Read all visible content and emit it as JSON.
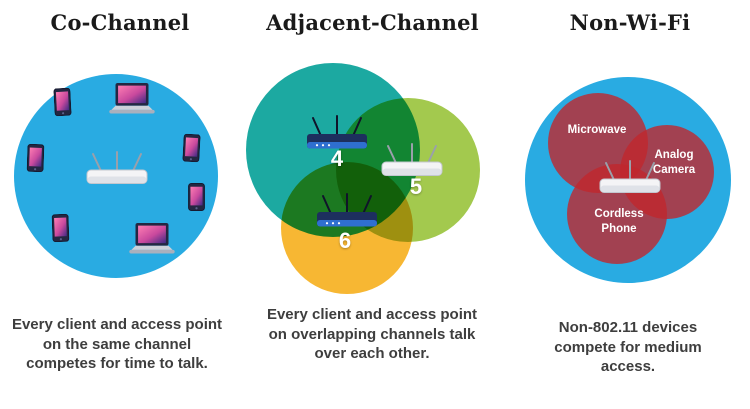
{
  "panels": [
    {
      "id": "co-channel",
      "title": "Co-Channel",
      "caption": "Every client and access point on the same channel competes for time to talk."
    },
    {
      "id": "adjacent-channel",
      "title": "Adjacent-Channel",
      "caption": "Every client and access point on overlapping channels talk over each other.",
      "channels": [
        "4",
        "5",
        "6"
      ]
    },
    {
      "id": "non-wifi",
      "title": "Non-Wi-Fi",
      "caption": "Non-802.11 devices compete for medium access.",
      "interferers": [
        "Microwave",
        "Analog Camera",
        "Cordless Phone"
      ]
    }
  ],
  "colors": {
    "coverage_blue": "#29abe2",
    "channel_teal": "#1ca9a1",
    "channel_green": "#a3c94e",
    "channel_yellow": "#f7b733",
    "interferer_red": "#c1272d",
    "title_text": "#1a1a1a",
    "caption_text": "#3e3e3e"
  }
}
